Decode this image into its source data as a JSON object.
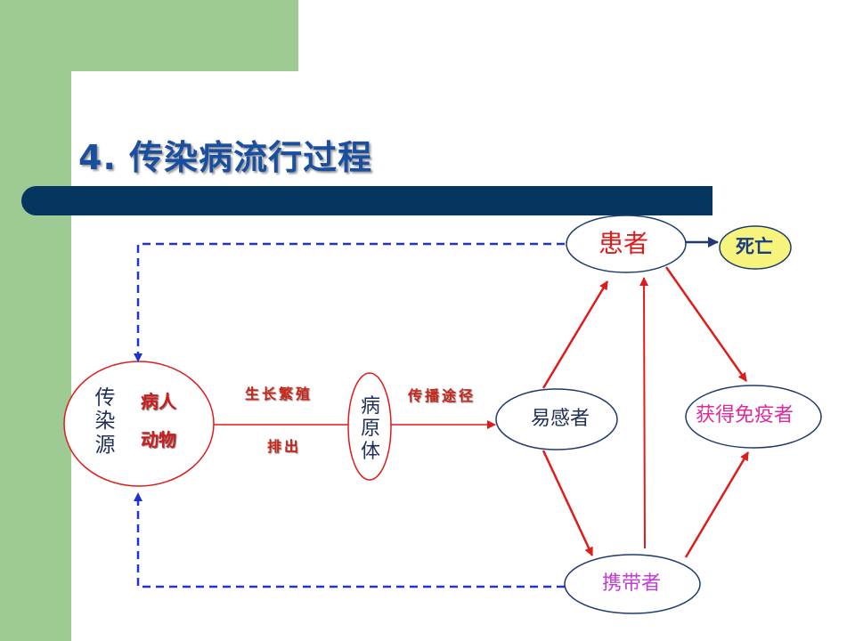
{
  "title": "4. 传染病流行过程",
  "colors": {
    "background_green": "#9dcb93",
    "title_blue": "#1a4fa0",
    "title_bar": "#05365f",
    "arrow_red": "#e01b1b",
    "dashed_blue": "#2233cc",
    "death_fill": "#f6f47c"
  },
  "nodes": {
    "source": {
      "label": "传染源",
      "items": [
        "病人",
        "动物"
      ]
    },
    "pathogen": {
      "label": "病原体"
    },
    "susceptible": {
      "label": "易感者"
    },
    "patient": {
      "label": "患者"
    },
    "death": {
      "label": "死亡"
    },
    "immune": {
      "label": "获得免疫者"
    },
    "carrier": {
      "label": "携带者"
    }
  },
  "edge_labels": {
    "growth": "生长繁殖",
    "excretion": "排出",
    "transmission": "传播途径"
  }
}
